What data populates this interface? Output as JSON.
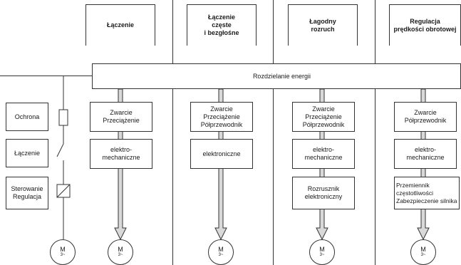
{
  "headers": [
    {
      "key": "switching",
      "label": "Łączenie"
    },
    {
      "key": "frequent",
      "label": "Łączenie\nczęste\ni bezgłośne"
    },
    {
      "key": "soft",
      "label": "Łagodny\nrozruch"
    },
    {
      "key": "speed",
      "label": "Regulacja\nprędkości obrotowej"
    }
  ],
  "energy_bar": "Rozdzielanie energii",
  "legend": {
    "protection": "Ochrona",
    "switching": "Łączenie",
    "control": "Sterowanie\nRegulacja"
  },
  "columns": [
    {
      "protection": "Zwarcie\nPrzeciążenie",
      "switching": "elektro-\nmechaniczne",
      "control": ""
    },
    {
      "protection": "Zwarcie\nPrzeciążenie\nPółprzewodnik",
      "switching": "elektroniczne",
      "control": ""
    },
    {
      "protection": "Zwarcie\nPrzeciążenie\nPółprzewodnik",
      "switching": "elektro-\nmechaniczne",
      "control": "Rozrusznik\nelektroniczny"
    },
    {
      "protection": "Zwarcie\nPółprzewodnik",
      "switching": "elektro-\nmechaniczne",
      "control": "Przemiennik\nczęstotliwości\nZabezpieczenie silnika"
    }
  ],
  "motor": {
    "label": "M",
    "sub": "3~"
  }
}
